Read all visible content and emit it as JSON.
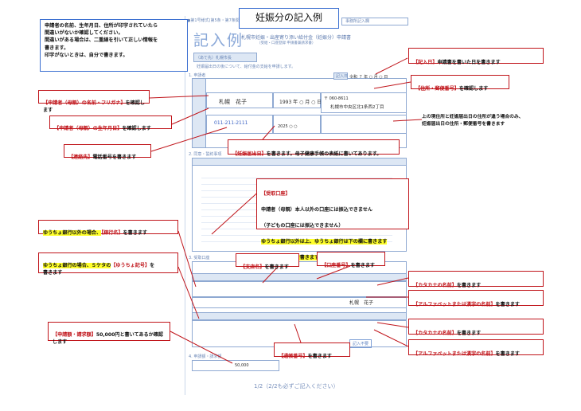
{
  "title": "妊娠分の記入例",
  "note": "申請者の名前、生年月日、住所が印字されていたら\n間違いがないか確認してください。\n間違いがある場合は、二重線を引いて正しい情報を\n書きます。\n印字がないときは、自分で書きます。",
  "form": {
    "header_left": "●第1号様式(第5条・第7条関係)",
    "header_right": "事務所記入欄",
    "watermark": "記入例",
    "form_title": "札幌市妊娠・出産寄り添い給付金（妊娠分）申請書",
    "form_subtitle": "（受給・口座登録 申請書兼請求書）",
    "mayor": "（あて先）札幌市長",
    "apply_note": "妊娠届出日の後について、給付金の支給を申請します。",
    "section1": "1. 申請者",
    "written_date_label": "記入日",
    "written_date": "令和 ７ 年 ○ 月 ○ 日",
    "name_value": "札幌　花子",
    "dob_value": "1993 年 ○ 月 ○ 日",
    "phone_value": "011-211-2111",
    "postal_value": "〒 060-8611",
    "address_value": "札幌市中央区北1条西2丁目",
    "preg_date_value": "2025 ○ ○",
    "section2": "2. 同意・誓約事項",
    "section3": "3. 受取口座",
    "account_name_value": "札幌　花子",
    "section4": "4. 申請額・請求額",
    "amount_value": "50,000",
    "fill_tag": "記入不要",
    "footer": "1/2（2/2も必ずご記入ください）"
  },
  "callouts": {
    "applicant_name": {
      "tag": "【申請者（母親）の名前・フリガナ】",
      "rest": "を確認します"
    },
    "applicant_dob": {
      "tag": "【申請者（母親）の生年月日】",
      "rest": "を確認します"
    },
    "phone": {
      "tag": "【連絡先】",
      "rest": "電話番号を書きます"
    },
    "written_date": {
      "tag": "【記入日】",
      "rest": "申請書を書いた日を書きます"
    },
    "address": {
      "tag": "【住所・郵便番号】",
      "rest": "を確認します"
    },
    "address_note": "上の現住所と妊娠届出日の住所が違う場合のみ、\n妊娠届出日の住所・郵便番号を書きます",
    "preg_date": {
      "tag": "【妊娠届出日】",
      "rest": "を書きます。母子健康手帳の表紙に書いてあります。"
    },
    "receive": {
      "tag": "【受取口座】",
      "line1": "申請者（母親）本人以外の口座には振込できません",
      "line2": "（子どもの口座には振込できません）",
      "hl1": "ゆうちょ銀行以外は上、ゆうちょ銀行は下の欄に書きます",
      "hl2": "どちらか１つだけ書きます"
    },
    "non_yucho": {
      "pre": "ゆうちょ銀行以外の場合、",
      "tag": "【銀行名】",
      "rest": "を書きます"
    },
    "yucho": {
      "pre": "ゆうちょ銀行の場合、５ケタの",
      "tag": "【ゆうちょ記号】",
      "rest": "を\n書きます"
    },
    "branch": {
      "tag": "【支店名】",
      "rest": "を書きます"
    },
    "account_no": {
      "tag": "【口座番号】",
      "rest": "を書きます"
    },
    "kana1": {
      "tag": "【カタカナの名前】",
      "rest": "を書きます"
    },
    "alpha1": {
      "tag": "【アルファベットまたは漢字の名前】",
      "rest": "を書きます"
    },
    "kana2": {
      "tag": "【カタカナの名前】",
      "rest": "を書きます"
    },
    "alpha2": {
      "tag": "【アルファベットまたは漢字の名前】",
      "rest": "を書きます"
    },
    "passbook": {
      "tag": "【通帳番号】",
      "rest": "を書きます"
    },
    "amount": {
      "tag": "【申請額・請求額】",
      "rest": "50,000円と書いてあるか確認\nします"
    }
  },
  "colors": {
    "callout_border": "#c0141a",
    "note_border": "#3a6ed0",
    "highlight": "#ffff2a"
  }
}
